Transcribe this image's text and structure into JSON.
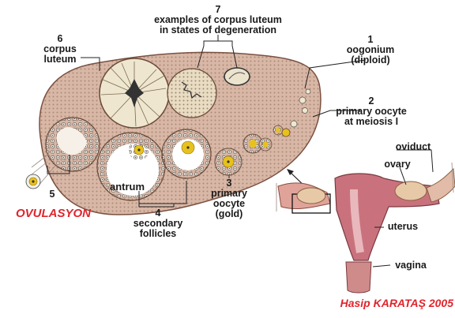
{
  "labels": {
    "l1": {
      "num": "1",
      "lines": [
        "oogonium",
        "(diploid)"
      ]
    },
    "l2": {
      "num": "2",
      "lines": [
        "primary oocyte",
        "at meiosis I"
      ]
    },
    "l3": {
      "num": "3",
      "lines": [
        "primary",
        "oocyte",
        "(gold)"
      ]
    },
    "l4": {
      "num": "4",
      "lines": [
        "secondary",
        "follicles"
      ]
    },
    "l5": {
      "num": "5"
    },
    "l6": {
      "num": "6",
      "lines": [
        "corpus",
        "luteum"
      ]
    },
    "l7": {
      "num": "7",
      "lines": [
        "examples of corpus luteum",
        "in states of degeneration"
      ]
    },
    "antrum": "antrum",
    "oviduct": "oviduct",
    "ovary": "ovary",
    "uterus": "uterus",
    "vagina": "vagina"
  },
  "annotations": {
    "ovulation": "OVULASYON",
    "author": "Hasip KARATAŞ 2005"
  },
  "colors": {
    "stroma": "#d9b7a6",
    "oocyte": "#e8c21c",
    "caption_red": "#e0242c",
    "uterus": "#c9727d"
  }
}
